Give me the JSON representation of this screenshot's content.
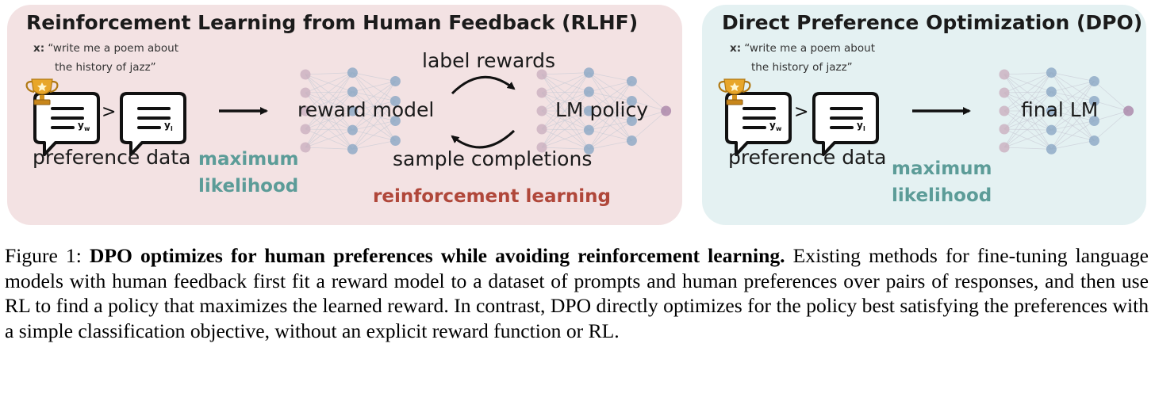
{
  "rlhf": {
    "title": "Reinforcement Learning from Human Feedback (RLHF)",
    "prompt_x": "x:",
    "prompt_line1": "“write me a poem about",
    "prompt_line2": "the history of jazz”",
    "preference_label": "preference data",
    "mle_line1": "maximum",
    "mle_line2": "likelihood",
    "reward_model_label": "reward model",
    "lm_policy_label": "LM policy",
    "label_rewards": "label rewards",
    "sample_completions": "sample completions",
    "rl_label": "reinforcement learning",
    "winner_sub": "w",
    "loser_sub": "l",
    "y": "y",
    "greater_than": ">"
  },
  "dpo": {
    "title": "Direct Preference Optimization (DPO)",
    "prompt_x": "x:",
    "prompt_line1": "“write me a poem about",
    "prompt_line2": "the history of jazz”",
    "preference_label": "preference data",
    "mle_line1": "maximum",
    "mle_line2": "likelihood",
    "final_lm_label": "final LM",
    "winner_sub": "w",
    "loser_sub": "l",
    "y": "y",
    "greater_than": ">"
  },
  "caption": {
    "prefix": "Figure 1: ",
    "bold": "DPO optimizes for human preferences while avoiding reinforcement learning.",
    "body": " Existing methods for fine-tuning language models with human feedback first fit a reward model to a dataset of prompts and human preferences over pairs of responses, and then use RL to find a policy that maximizes the learned reward. In contrast, DPO directly optimizes for the policy best satisfying the preferences with a simple classification objective, without an explicit reward function or RL."
  },
  "colors": {
    "rlhf_bg": "#f3e2e3",
    "dpo_bg": "#e4f1f2",
    "teal_text": "#5c9c98",
    "red_text": "#b0473a",
    "node_blue": "#8ba7c4",
    "node_pink": "#cbb0bf",
    "node_purple": "#a985a8",
    "trophy_gold": "#e8a62a"
  }
}
